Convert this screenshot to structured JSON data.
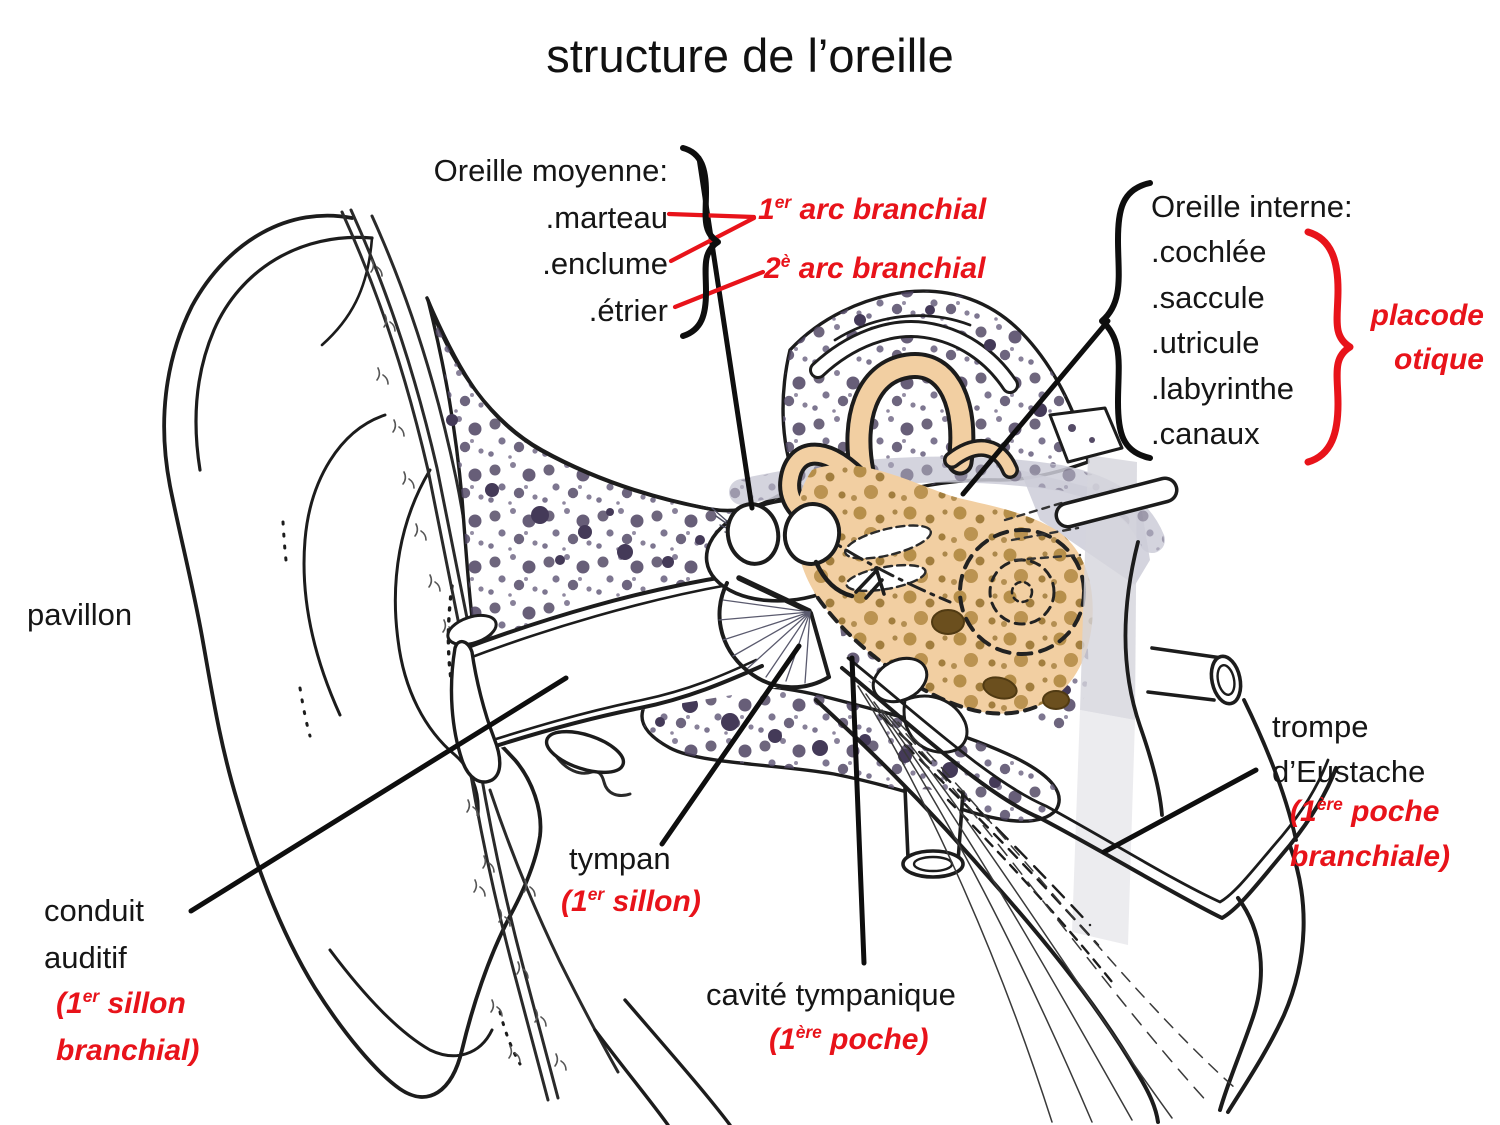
{
  "title": "structure de l’oreille",
  "colors": {
    "annotation_red": "#e8131a",
    "ink": "#161616",
    "inner_ear_tan": "#f2cfa2",
    "bone_stipple": "#554b66",
    "gray_band": "#ccccd8"
  },
  "middle_ear": {
    "heading": "Oreille moyenne:",
    "items": [
      ".marteau",
      ".enclume",
      ".étrier"
    ],
    "arc1": {
      "base": "1",
      "sup": "er",
      "rest": " arc branchial"
    },
    "arc2": {
      "base": "2",
      "sup": "è",
      "rest": " arc branchial"
    }
  },
  "inner_ear": {
    "heading": "Oreille interne:",
    "items": [
      ".cochlée",
      ".saccule",
      ".utricule",
      ".labyrinthe",
      ".canaux"
    ],
    "placode_line1": "placode",
    "placode_line2": "otique"
  },
  "labels": {
    "pavillon": "pavillon",
    "conduit": {
      "line1": "conduit",
      "line2": "auditif",
      "red_open": "(1",
      "red_sup": "er",
      "red_rest": " sillon",
      "red_line2": "branchial)"
    },
    "tympan": {
      "name": "tympan",
      "red_open": "(1",
      "red_sup": "er",
      "red_rest": " sillon)"
    },
    "cavite": {
      "name": "cavité tympanique",
      "red_open": "(1",
      "red_sup": "ère",
      "red_rest": " poche)"
    },
    "trompe": {
      "line1": "trompe",
      "line2": "d’Eustache",
      "red_open": "(1",
      "red_sup": "ère",
      "red_rest": " poche",
      "red_line2": "branchiale)"
    }
  }
}
